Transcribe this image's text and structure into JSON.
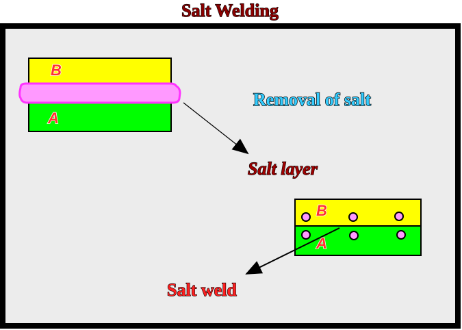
{
  "title": "Salt Welding",
  "labels": {
    "removal": "Removal of salt",
    "salt_layer": "Salt layer",
    "salt_weld": "Salt weld"
  },
  "block_before": {
    "top_letter": "B",
    "bottom_letter": "A"
  },
  "block_after": {
    "top_letter": "B",
    "bottom_letter": "A"
  },
  "colors": {
    "frame": "#000000",
    "panel": "#ececec",
    "layer_b": "#ffff00",
    "layer_a": "#00ff00",
    "salt": "#ff99ff",
    "salt_outline": "#ff33ff",
    "title": "#8b0000",
    "removal": "#33ccff",
    "salt_layer_label": "#a00000",
    "salt_weld_label": "#ff2020"
  }
}
